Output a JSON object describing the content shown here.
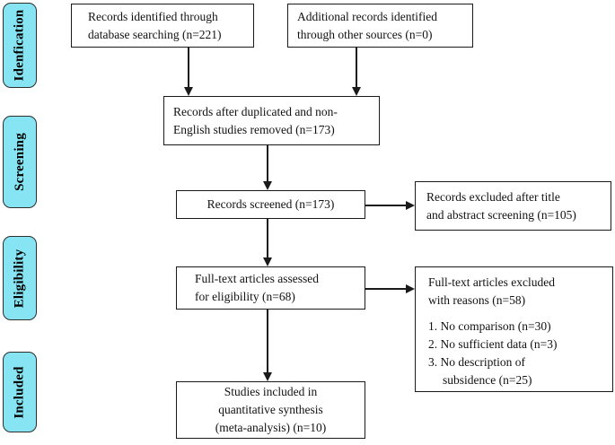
{
  "stages": [
    {
      "label": "Idenfication"
    },
    {
      "label": "Screening"
    },
    {
      "label": "Eligibility"
    },
    {
      "label": "Included"
    }
  ],
  "boxes": {
    "identified": "Records identified through\ndatabase searching (n=221)",
    "additional": "Additional records identified\nthrough other sources (n=0)",
    "deduplicated": "Records after duplicated and non-\nEnglish studies removed (n=173)",
    "screened": "Records screened (n=173)",
    "excluded_screening": "Records excluded after title\nand abstract screening (n=105)",
    "fulltext_assessed": "Full-text articles assessed\nfor eligibility (n=68)",
    "excluded_fulltext": {
      "title": "Full-text articles excluded\nwith reasons (n=58)",
      "reasons": [
        "1. No comparison (n=30)",
        "2. No sufficient data (n=3)",
        "3. No description of\nsubsidence (n=25)"
      ]
    },
    "included": "Studies included in\nquantitative synthesis\n(meta-analysis) (n=10)"
  },
  "colors": {
    "stage_fill": "#87e5f3"
  }
}
